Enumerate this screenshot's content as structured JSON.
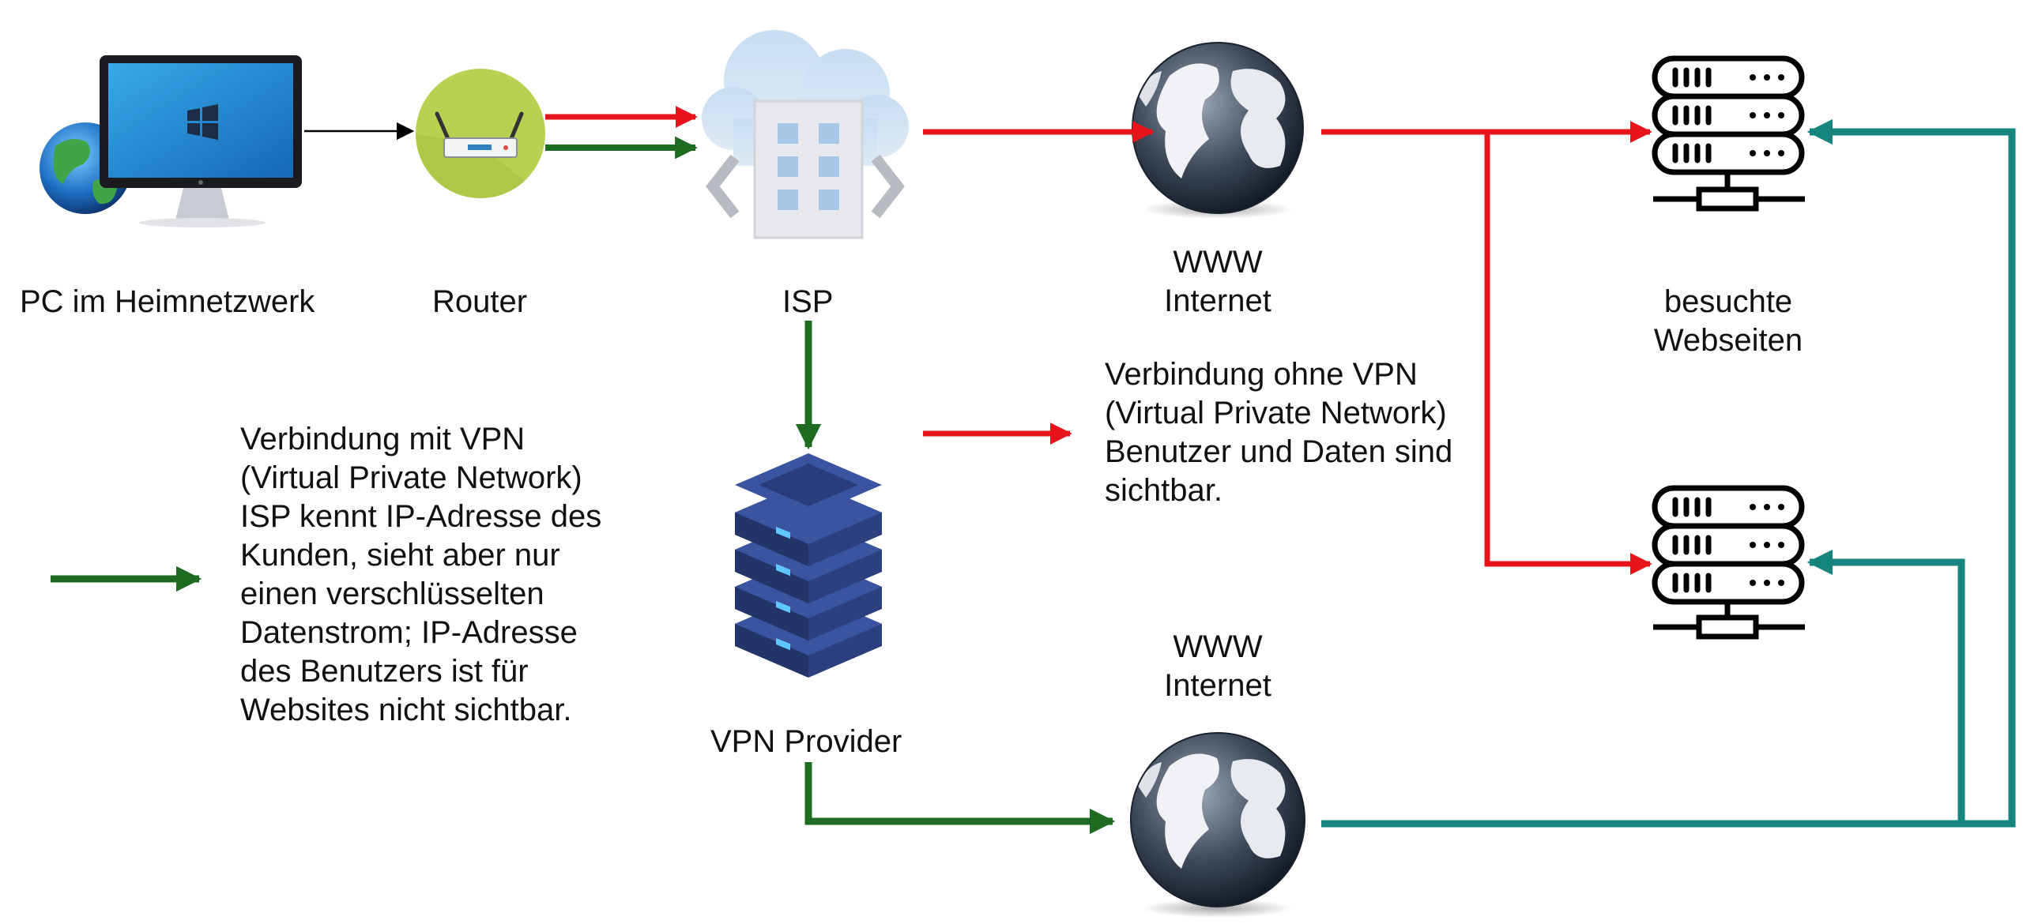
{
  "nodes": {
    "pc": {
      "label": "PC im Heimnetzwerk",
      "icon": "pc-monitor-globe-icon"
    },
    "router": {
      "label": "Router",
      "icon": "router-icon"
    },
    "isp": {
      "label": "ISP",
      "icon": "cloud-building-icon"
    },
    "internet_top": {
      "label_line1": "WWW",
      "label_line2": "Internet",
      "icon": "globe-icon"
    },
    "internet_bottom": {
      "label_line1": "WWW",
      "label_line2": "Internet",
      "icon": "globe-icon"
    },
    "websites": {
      "label_line1": "besuchte",
      "label_line2": "Webseiten",
      "icon": "server-rack-icon"
    },
    "vpn": {
      "label": "VPN Provider",
      "icon": "server-stack-icon"
    }
  },
  "legend": {
    "without_vpn": {
      "lines": [
        "Verbindung ohne VPN",
        "(Virtual Private Network)",
        "Benutzer und Daten sind",
        "sichtbar."
      ],
      "color": "#e8141c"
    },
    "with_vpn": {
      "lines": [
        "Verbindung mit VPN",
        "(Virtual Private Network)",
        "ISP kennt IP-Adresse des",
        "Kunden, sieht aber nur",
        "einen verschlüsselten",
        "Datenstrom; IP-Adresse",
        "des Benutzers ist für",
        "Websites nicht sichtbar."
      ],
      "color": "#1e6b22"
    }
  },
  "colors": {
    "red": "#e8141c",
    "green": "#1e6b22",
    "teal": "#15857e",
    "black": "#000000"
  }
}
